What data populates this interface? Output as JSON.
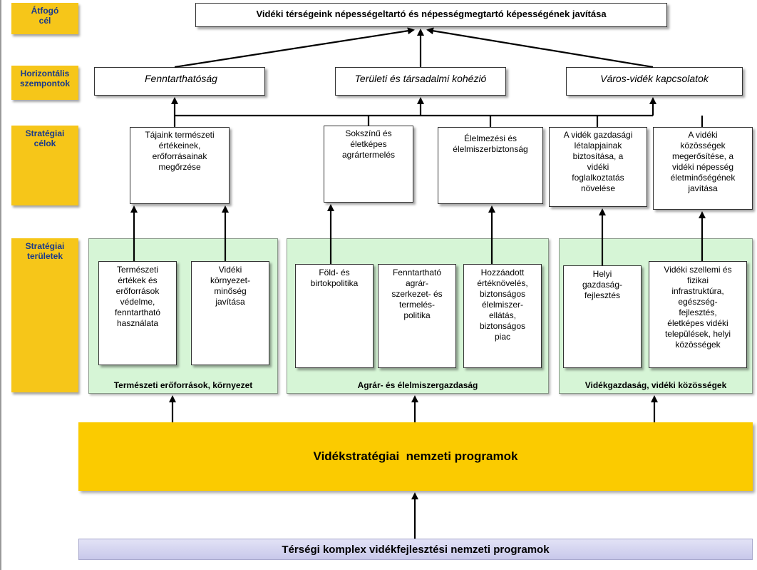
{
  "row_labels": {
    "overall": "Átfogó\ncél",
    "horizontal": "Horizontális\nszempontok",
    "goals": "Stratégiai\ncélok",
    "areas": "Stratégiai\nterületek"
  },
  "overall_goal": "Vidéki térségeink népességeltartó és népességmegtartó képességének javítása",
  "horizontal": {
    "sustainability": "Fenntarthatóság",
    "cohesion": "Területi és társadalmi kohézió",
    "urban_rural": "Város-vidék kapcsolatok"
  },
  "goals": {
    "nature": "Tájaink természeti\nértékeinek,\nerőforrásainak\nmegőrzése",
    "agri": "Sokszínű és\néletképes\nagrártermelés",
    "food": "Élelmezési és\nélelmiszerbiztonság",
    "economy": "A vidék gazdasági\nlétalapjainak\nbiztosítása, a\nvidéki\nfoglalkoztatás\nnövelése",
    "community": "A vidéki\nközösségek\nmegerősítése, a\nvidéki népesség\néletminőségének\njavítása"
  },
  "areas": {
    "nature": {
      "label": "Természeti erőforrások, környezet",
      "items": [
        "Természeti\nértékek és\nerőforrások\nvédelme,\nfenntartható\nhasználata",
        "Vidéki\nkörnyezet-\nminőség\njavítása"
      ]
    },
    "agri": {
      "label": "Agrár- és élelmiszergazdaság",
      "items": [
        "Föld- és\nbirtokpolitika",
        "Fenntartható\nagrár-\nszerkezet- és\ntermelés-\npolitika",
        "Hozzáadott\nértéknövelés,\nbiztonságos\nélelmiszer-\nellátás,\nbiztonságos\npiac"
      ]
    },
    "rural": {
      "label": "Vidékgazdaság, vidéki közösségek",
      "items": [
        "Helyi\ngazdaság-\nfejlesztés",
        "Vidéki szellemi és\nfizikai\ninfrastruktúra,\negészség-\nfejlesztés,\néletképes vidéki\ntelepülések, helyi\nközösségek"
      ]
    }
  },
  "national_programs": "Vidékstratégiai  nemzeti programok",
  "regional_programs": "Térségi komplex vidékfejlesztési nemzeti programok"
}
